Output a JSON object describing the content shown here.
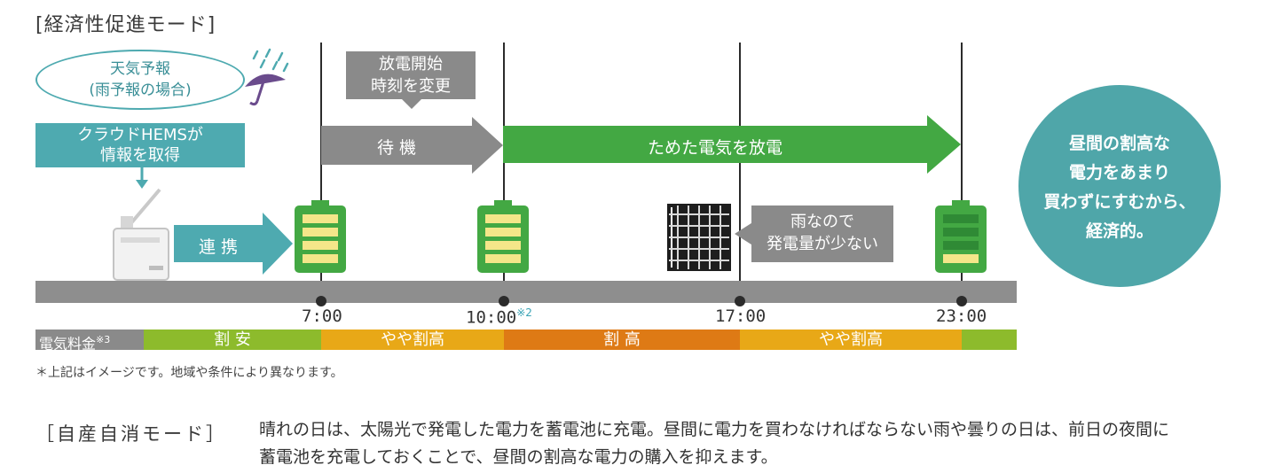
{
  "economy_mode": {
    "title": "[経済性促進モード]",
    "forecast": {
      "line1": "天気予報",
      "line2": "(雨予報の場合)"
    },
    "cloud_hems": {
      "line1": "クラウドHEMSが",
      "line2": "情報を取得"
    },
    "link_label": "連 携",
    "change_time": {
      "line1": "放電開始",
      "line2": "時刻を変更"
    },
    "standby_label": "待 機",
    "discharge_label": "ためた電気を放電",
    "low_generation": {
      "line1": "雨なので",
      "line2": "発電量が少ない"
    },
    "summary": {
      "line1": "昼間の割高な",
      "line2": "電力をあまり",
      "line3": "買わずにすむから、",
      "line4": "経済的。"
    },
    "times": [
      {
        "label": "7:00",
        "note": ""
      },
      {
        "label": "10:00",
        "note": "※2"
      },
      {
        "label": "17:00",
        "note": ""
      },
      {
        "label": "23:00",
        "note": ""
      }
    ],
    "rate_bar": {
      "label": "電気料金",
      "label_note": "※3",
      "segments": [
        {
          "label": "割 安",
          "color": "#8dbb2c"
        },
        {
          "label": "やや割高",
          "color": "#e8a817"
        },
        {
          "label": "割 高",
          "color": "#de7a15"
        },
        {
          "label": "やや割高",
          "color": "#e8a817"
        },
        {
          "label": "",
          "color": "#8dbb2c"
        }
      ]
    },
    "disclaimer": "＊上記はイメージです。地域や条件により異なります。"
  },
  "self_consumption_mode": {
    "title": "［自産自消モード］",
    "description_line1": "晴れの日は、太陽光で発電した電力を蓄電池に充電。昼間に電力を買わなければならない雨や曇りの日は、前日の夜間に",
    "description_line2": "蓄電池を充電しておくことで、昼間の割高な電力の購入を抑えます。"
  },
  "colors": {
    "green": "#43a843",
    "gray": "#8a8a8a",
    "teal": "#4eaab0",
    "battery_cell": "#f4e689",
    "battery_cell_dark": "#2f8a35",
    "summary_circle": "#4fa6a9"
  },
  "icons": [
    "umbrella-rain-icon",
    "hems-device-icon",
    "battery-icon",
    "solar-panel-icon"
  ]
}
